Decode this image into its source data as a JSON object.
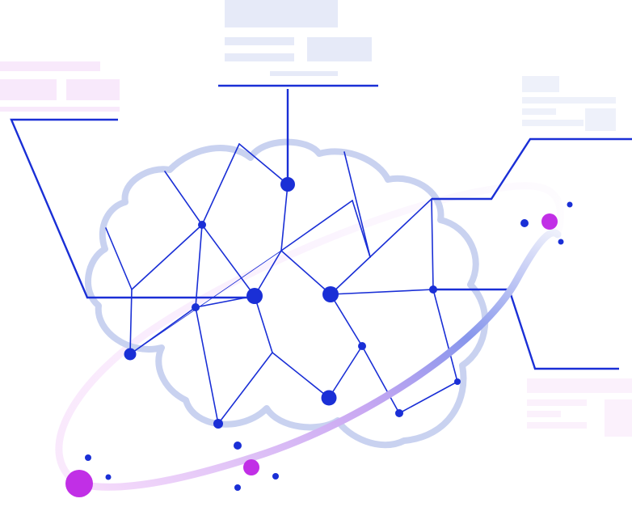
{
  "diagram": {
    "title": "",
    "colors": {
      "network_line": "#1a2fd6",
      "node": "#1a2fd6",
      "cloud_outline": "#c7d1f0",
      "orbit_start": "#f3d6fb",
      "orbit_mid": "#8fa0ee",
      "orbit_end": "#eef0fb",
      "accent_planet": "#c12fe6",
      "text_placeholder_blue": "#e6eaf8",
      "text_placeholder_pink": "#f8e9fb"
    },
    "callouts": [
      {
        "id": "callout-top",
        "text": ""
      },
      {
        "id": "callout-left",
        "text": ""
      },
      {
        "id": "callout-right-top",
        "text": ""
      },
      {
        "id": "callout-right-bottom",
        "text": ""
      }
    ]
  }
}
